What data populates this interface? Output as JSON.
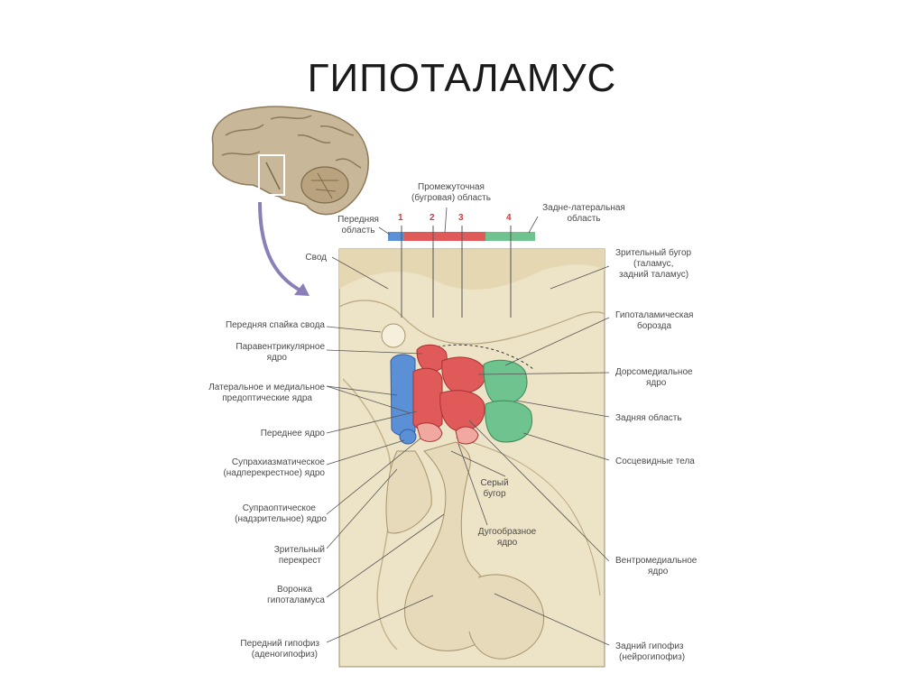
{
  "title": "ГИПОТАЛАМУС",
  "region_bar": {
    "numbers": [
      "1",
      "2",
      "3",
      "4"
    ],
    "intermediate_area": [
      "Промежуточная",
      "(бугровая) область"
    ],
    "anterior_area": [
      "Передняя",
      "область"
    ],
    "posterolateral_area": [
      "Задне-латеральная",
      "область"
    ]
  },
  "left_labels": {
    "fornix": [
      "Свод"
    ],
    "anterior_commissure": [
      "Передняя спайка свода"
    ],
    "paraventricular": [
      "Паравентрикулярное",
      "ядро"
    ],
    "preoptic": [
      "Латеральное и медиальное",
      "предоптические ядра"
    ],
    "anterior_nucleus": [
      "Переднее ядро"
    ],
    "suprachiasmatic": [
      "Супрахиазматическое",
      "(надперекрестное) ядро"
    ],
    "supraoptic": [
      "Супраоптическое",
      "(надзрительное) ядро"
    ],
    "optic_chiasm": [
      "Зрительный",
      "перекрест"
    ],
    "infundibulum": [
      "Воронка",
      "гипоталамуса"
    ],
    "anterior_pituitary": [
      "Передний гипофиз",
      "(аденогипофиз)"
    ]
  },
  "right_labels": {
    "thalamus": [
      "Зрительный бугор",
      "(таламус,",
      "задний таламус)"
    ],
    "hypothalamic_sulcus": [
      "Гипоталамическая",
      "борозда"
    ],
    "dorsomedial": [
      "Дорсомедиальное",
      "ядро"
    ],
    "posterior_area": [
      "Задняя область"
    ],
    "mammillary": [
      "Сосцевидные тела"
    ],
    "ventromedial": [
      "Вентромедиальное",
      "ядро"
    ],
    "posterior_pituitary": [
      "Задний гипофиз",
      "(нейрогипофиз)"
    ]
  },
  "center_labels": {
    "tuber_cinereum": [
      "Серый",
      "бугор"
    ],
    "arcuate": [
      "Дугообразное",
      "ядро"
    ]
  },
  "colors": {
    "anterior": "#5b8fd6",
    "intermediate": "#e05a5a",
    "posterior": "#6fc38f",
    "tissue": "#ede3c6"
  }
}
